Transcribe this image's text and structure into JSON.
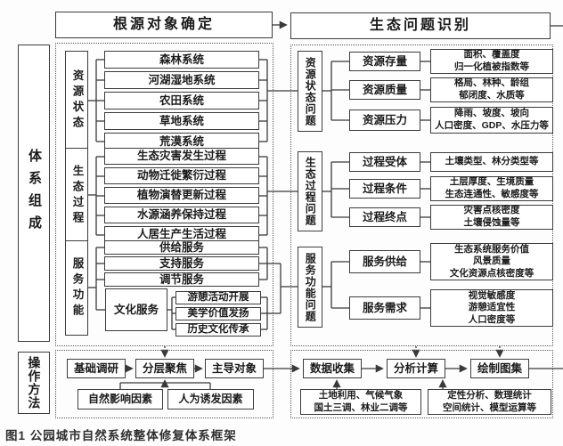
{
  "figure": {
    "header_left": "根源对象确定",
    "header_right": "生态问题识别",
    "side_labels": {
      "composition": "体系组成",
      "method": "操作方法"
    },
    "composition": {
      "groups": [
        {
          "label": "资源状态",
          "items": [
            "森林系统",
            "河湖湿地系统",
            "农田系统",
            "草地系统",
            "荒漠系统"
          ]
        },
        {
          "label": "生态过程",
          "items": [
            "生态灾害发生过程",
            "动物迁徙繁衍过程",
            "植物演替更新过程",
            "水源涵养保持过程",
            "人居生产生活过程"
          ]
        },
        {
          "label": "服务功能",
          "items": [
            "供给服务",
            "支持服务",
            "调节服务"
          ],
          "culture": {
            "label": "文化服务",
            "items": [
              "游憩活动开展",
              "美学价值发扬",
              "历史文化传承"
            ]
          }
        }
      ]
    },
    "problems": {
      "groups": [
        {
          "label": "资源状态问题",
          "rows": [
            {
              "category": "资源存量",
              "indicators": "面积、覆盖度\n归一化植被指数等"
            },
            {
              "category": "资源质量",
              "indicators": "格局、林种、龄组\n郁闭度、水质等"
            },
            {
              "category": "资源压力",
              "indicators": "降雨、坡度、坡向\n人口密度、GDP、水压力等"
            }
          ]
        },
        {
          "label": "生态过程问题",
          "rows": [
            {
              "category": "过程受体",
              "indicators": "土壤类型、林分类型等"
            },
            {
              "category": "过程条件",
              "indicators": "土层厚度、生境质量\n生态连通性、敏感度等"
            },
            {
              "category": "过程终点",
              "indicators": "灾害点核密度\n土壤侵蚀量等"
            }
          ]
        },
        {
          "label": "服务功能问题",
          "rows": [
            {
              "category": "服务供给",
              "indicators": "生态系统服务价值\n风景质量\n文化资源点核密度等"
            },
            {
              "category": "服务需求",
              "indicators": "视觉敏感度\n游憩适宜性\n人口密度等"
            }
          ]
        }
      ]
    },
    "method": {
      "steps_left": [
        "基础调研",
        "分层聚焦",
        "主导对象"
      ],
      "factors": [
        "自然影响因素",
        "人为诱发因素"
      ],
      "steps_right": [
        "数据收集",
        "分析计算",
        "绘制图集"
      ],
      "sources": [
        "土地利用、气候气象\n国土三调、林业二调等",
        "定性分析、数理统计\n空间统计、模型运算等"
      ]
    },
    "caption": "图1 公园城市自然系统整体修复体系框架"
  }
}
